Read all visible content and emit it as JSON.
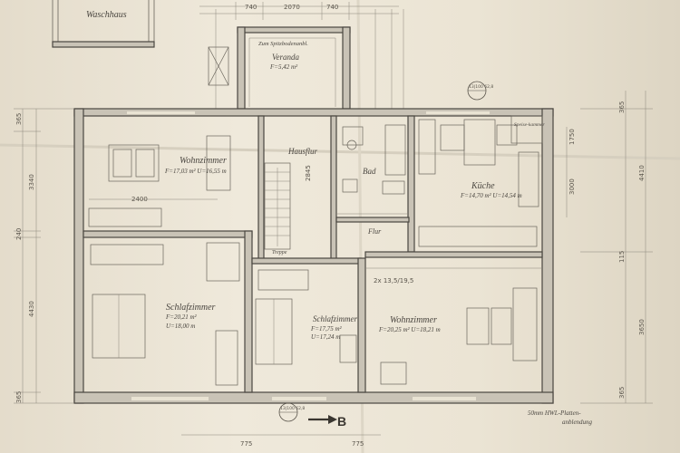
{
  "rooms": {
    "waschhaus": "Waschhaus",
    "veranda_1": "Zum Spitzbodenanbl.",
    "veranda_name": "Veranda",
    "veranda_area": "F=5,42 m²",
    "wohnzimmer_top_name": "Wohnzimmer",
    "wohnzimmer_top_area": "F=17,03 m²  U=16,55 m",
    "hausflur": "Hausflur",
    "bad": "Bad",
    "kueche_name": "Küche",
    "kueche_area": "F=14,70 m²  U=14,54 m",
    "speisekammer": "Speise-kammer",
    "flur": "Flur",
    "schlafzimmer_name": "Schlafzimmer",
    "schlafzimmer_area": "F=20,21 m²",
    "schlafzimmer_u": "U=18,00 m",
    "schlafzimmer2_name": "Schlafzimmer",
    "schlafzimmer2_area": "F=17,75 m²",
    "schlafzimmer2_u": "U=17,24 m",
    "wohnzimmer_bot_name": "Wohnzimmer",
    "wohnzimmer_bot_area": "F=20,25 m²  U=18,21 m",
    "treppe": "Treppe"
  },
  "dimensions": {
    "top_740": "740",
    "top_2070": "2070",
    "top_740b": "740",
    "left_365": "365",
    "left_3340": "3340",
    "left_240": "240",
    "left_4430": "4430",
    "left_365b": "365",
    "right_365": "365",
    "right_4410": "4410",
    "right_115": "115",
    "right_3650": "3650",
    "right_365b": "365",
    "d_1750": "1750",
    "d_3000": "3000",
    "d_2400": "2400",
    "d_2845": "2845",
    "d_775a": "775",
    "d_775b": "775",
    "d_2x135": "2x 13,5/19,5"
  },
  "markers": {
    "section_top": "13|100 62,8",
    "section_bottom": "13|100 62,8",
    "section_arrow": "B"
  },
  "notes": {
    "hwl_1": "50mm  HWL-Platten-",
    "hwl_2": "anblendung"
  }
}
